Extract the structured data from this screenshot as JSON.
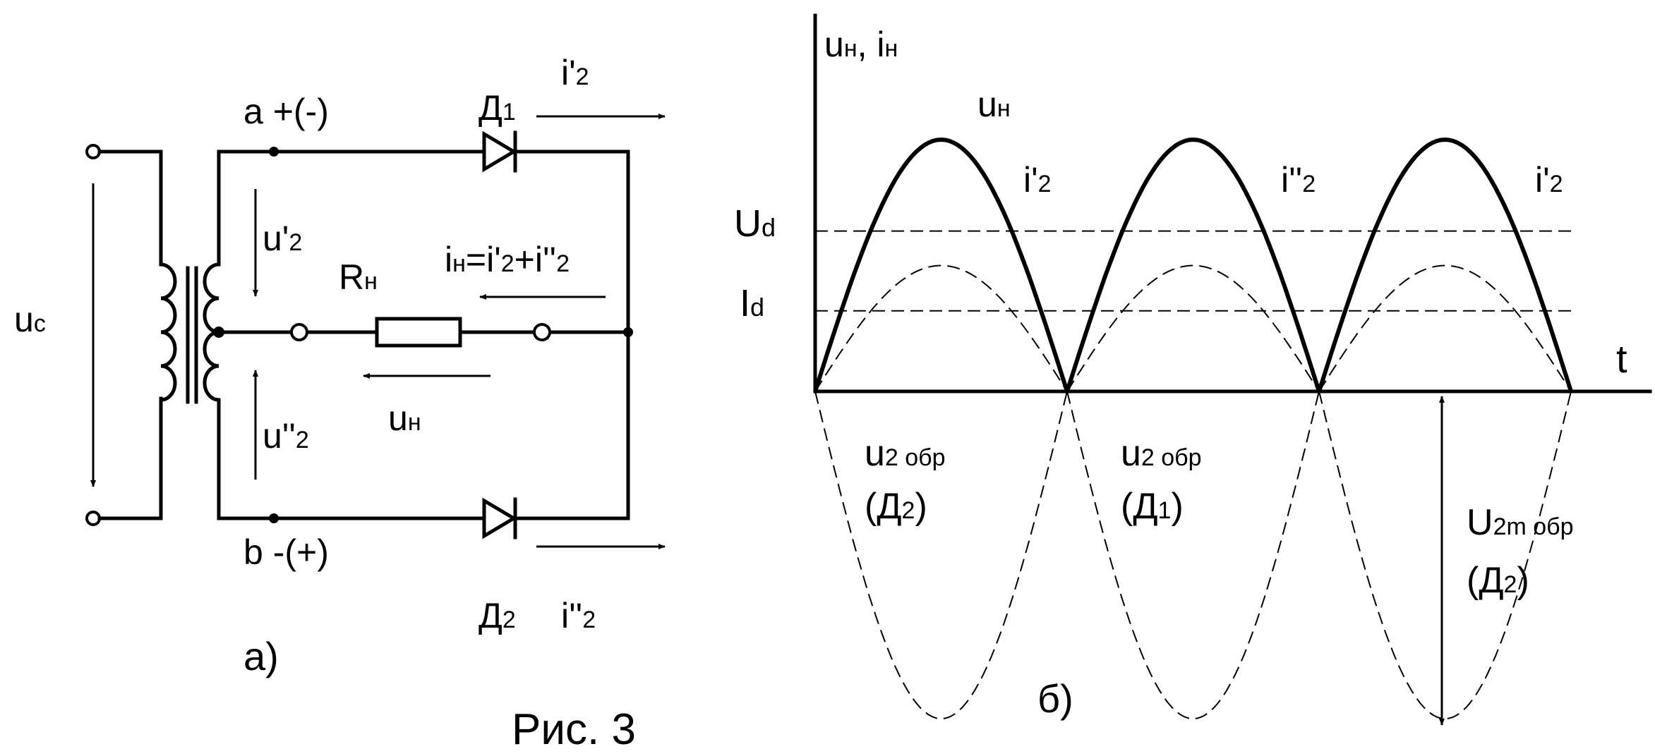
{
  "figure_caption": "Рис. 3",
  "schematic": {
    "panel_label": "а)",
    "input_voltage": {
      "main": "u",
      "sub": "c"
    },
    "node_a": "a +(-)",
    "node_b": "b -(+)",
    "diode1": {
      "main": "Д",
      "sub": "1"
    },
    "diode2": {
      "main": "Д",
      "sub": "2"
    },
    "current1": {
      "main": "i'",
      "sub": "2"
    },
    "current2": {
      "main": "i''",
      "sub": "2"
    },
    "voltage1": {
      "main": "u'",
      "sub": "2"
    },
    "voltage2": {
      "main": "u''",
      "sub": "2"
    },
    "resistor": {
      "main": "R",
      "sub": "н"
    },
    "load_current": {
      "p1": "i",
      "s1": "н",
      "p2": "=i'",
      "s2": "2",
      "p3": "+i''",
      "s3": "2"
    },
    "load_voltage": {
      "main": "u",
      "sub": "н"
    }
  },
  "waveform": {
    "panel_label": "б)",
    "y_axis_label": {
      "p1": "u",
      "s1": "н",
      "p2": ", i",
      "s2": "н"
    },
    "x_axis_label": "t",
    "level_Ud": {
      "main": "U",
      "sub": "d"
    },
    "level_Id": {
      "main": "I",
      "sub": "d"
    },
    "curve_label_un": {
      "main": "u",
      "sub": "н"
    },
    "curve_label_1": {
      "main": "i'",
      "sub": "2"
    },
    "curve_label_2": {
      "main": "i''",
      "sub": "2"
    },
    "curve_label_3": {
      "main": "i'",
      "sub": "2"
    },
    "reverse_label_1": {
      "main": "u",
      "sub": "2 обр",
      "diode": "(Д",
      "diode_sub": "2",
      "close": ")"
    },
    "reverse_label_2": {
      "main": "u",
      "sub": "2 обр",
      "diode": "(Д",
      "diode_sub": "1",
      "close": ")"
    },
    "peak_reverse_label": {
      "main": "U",
      "sub": "2m обр",
      "diode": "(Д",
      "diode_sub": "2",
      "close": ")"
    },
    "chart_data": {
      "type": "line",
      "periods": 3,
      "Ud": 0.637,
      "Id": 0.32,
      "current_peak": 0.5,
      "load_voltage_peak": 1.0,
      "reverse_voltage_peak": -1.3
    }
  }
}
